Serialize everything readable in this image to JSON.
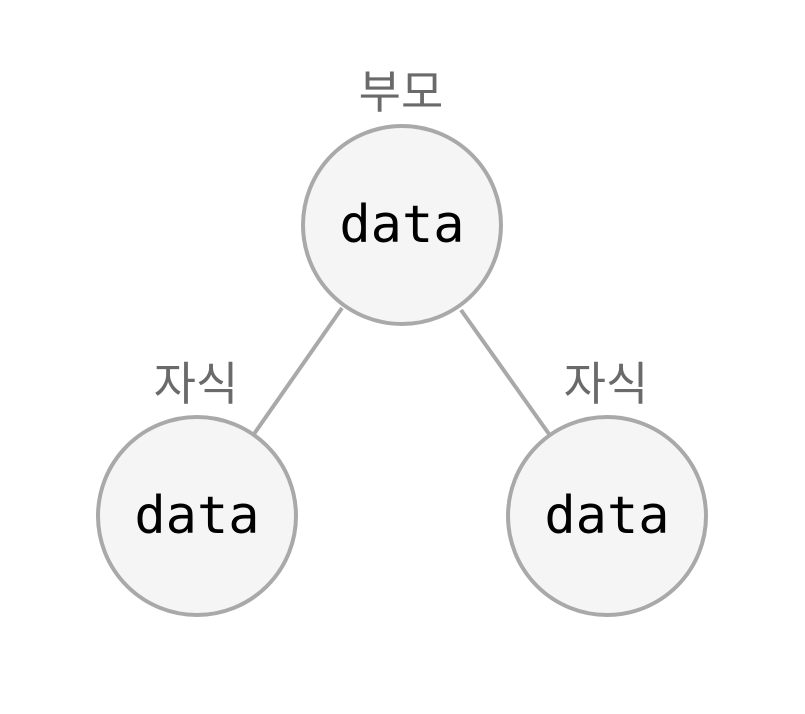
{
  "tree": {
    "parent": {
      "role_label": "부모",
      "value": "data"
    },
    "children": [
      {
        "role_label": "자식",
        "value": "data"
      },
      {
        "role_label": "자식",
        "value": "data"
      }
    ]
  },
  "colors": {
    "node_fill": "#f5f5f5",
    "node_stroke": "#a9a9a9",
    "edge": "#a9a9a9",
    "role_label": "#6a6a6a",
    "node_text": "#000000"
  }
}
